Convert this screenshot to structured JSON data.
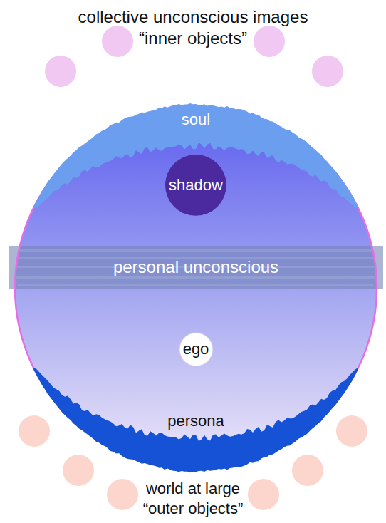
{
  "diagram": {
    "nodes": [
      {
        "text": [
          "personal unconscious"
        ]
      },
      {
        "text": [
          "soul"
        ],
        "in": 0
      },
      {
        "text": [
          "shadow"
        ],
        "in": 0
      },
      {
        "text": [
          "ego"
        ],
        "in": 0
      },
      {
        "text": [
          "persona"
        ],
        "in": 0
      }
    ],
    "labels": [
      "collective unconscious images",
      "“inner objects”",
      "world at large",
      "“outer objects”"
    ]
  }
}
